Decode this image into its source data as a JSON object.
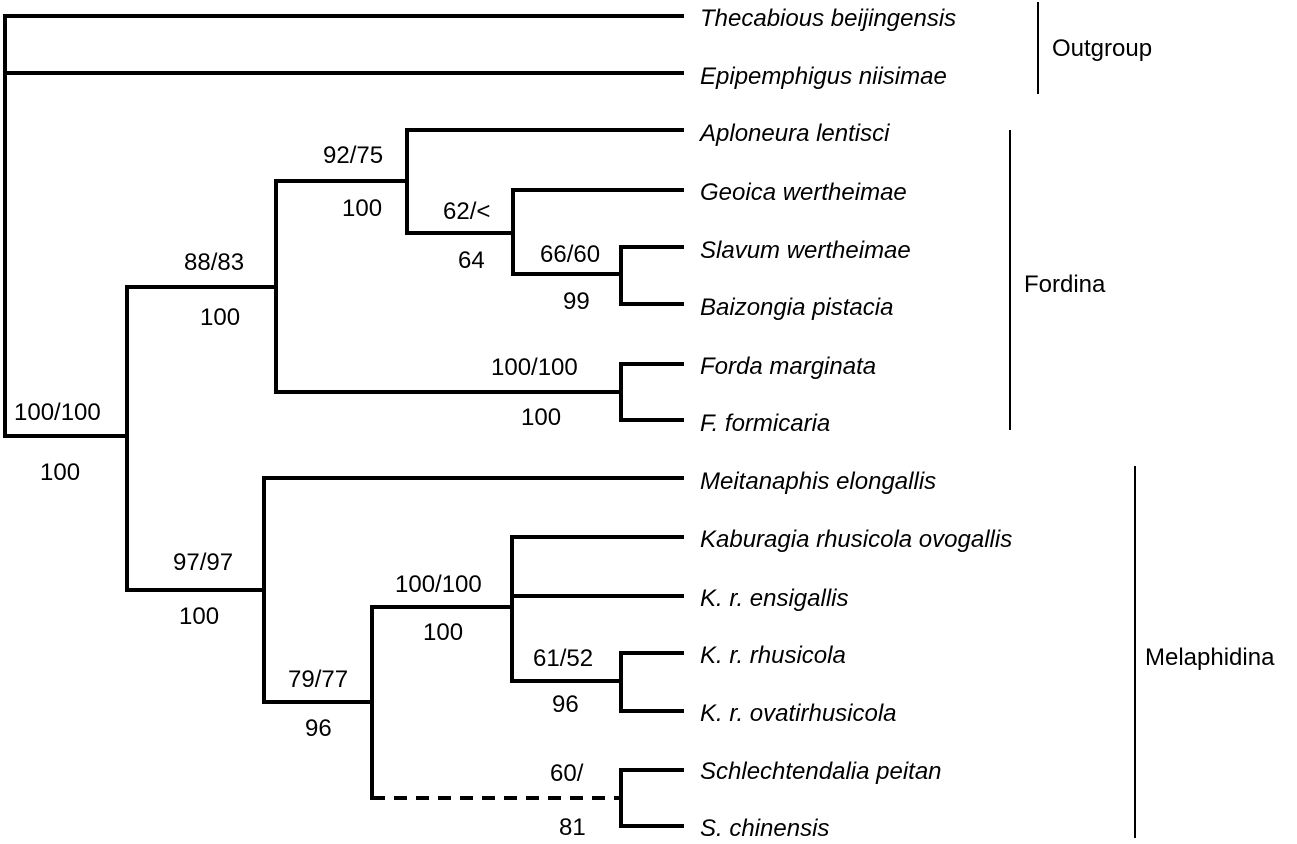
{
  "taxa": [
    "Thecabious beijingensis",
    "Epipemphigus niisimae",
    "Aploneura lentisci",
    "Geoica wertheimae",
    "Slavum wertheimae",
    "Baizongia pistacia",
    "Forda marginata",
    "F. formicaria",
    "Meitanaphis elongallis",
    "Kaburagia rhusicola ovogallis",
    "K. r. ensigallis",
    "K. r. rhusicola",
    "K. r. ovatirhusicola",
    "Schlechtendalia peitan",
    "S. chinensis"
  ],
  "groups": {
    "outgroup": "Outgroup",
    "fordina": "Fordina",
    "melaphidina": "Melaphidina"
  },
  "support": {
    "root": {
      "above": "100/100",
      "below": "100"
    },
    "fordina_clade": {
      "above": "88/83",
      "below": "100"
    },
    "aploneura_clade": {
      "above": "92/75",
      "below": "100"
    },
    "geoica_clade": {
      "above": "62/<",
      "below": "64"
    },
    "slavum_baizongia": {
      "above": "66/60",
      "below": "99"
    },
    "forda_clade": {
      "above": "100/100",
      "below": "100"
    },
    "melaphidina_clade": {
      "above": "97/97",
      "below": "100"
    },
    "kaburagia_schlecht": {
      "above": "79/77",
      "below": "96"
    },
    "kaburagia_clade": {
      "above": "100/100",
      "below": "100"
    },
    "rhusicola_ovati": {
      "above": "61/52",
      "below": "96"
    },
    "schlechtendalia": {
      "above": "60/",
      "below": "81"
    }
  }
}
